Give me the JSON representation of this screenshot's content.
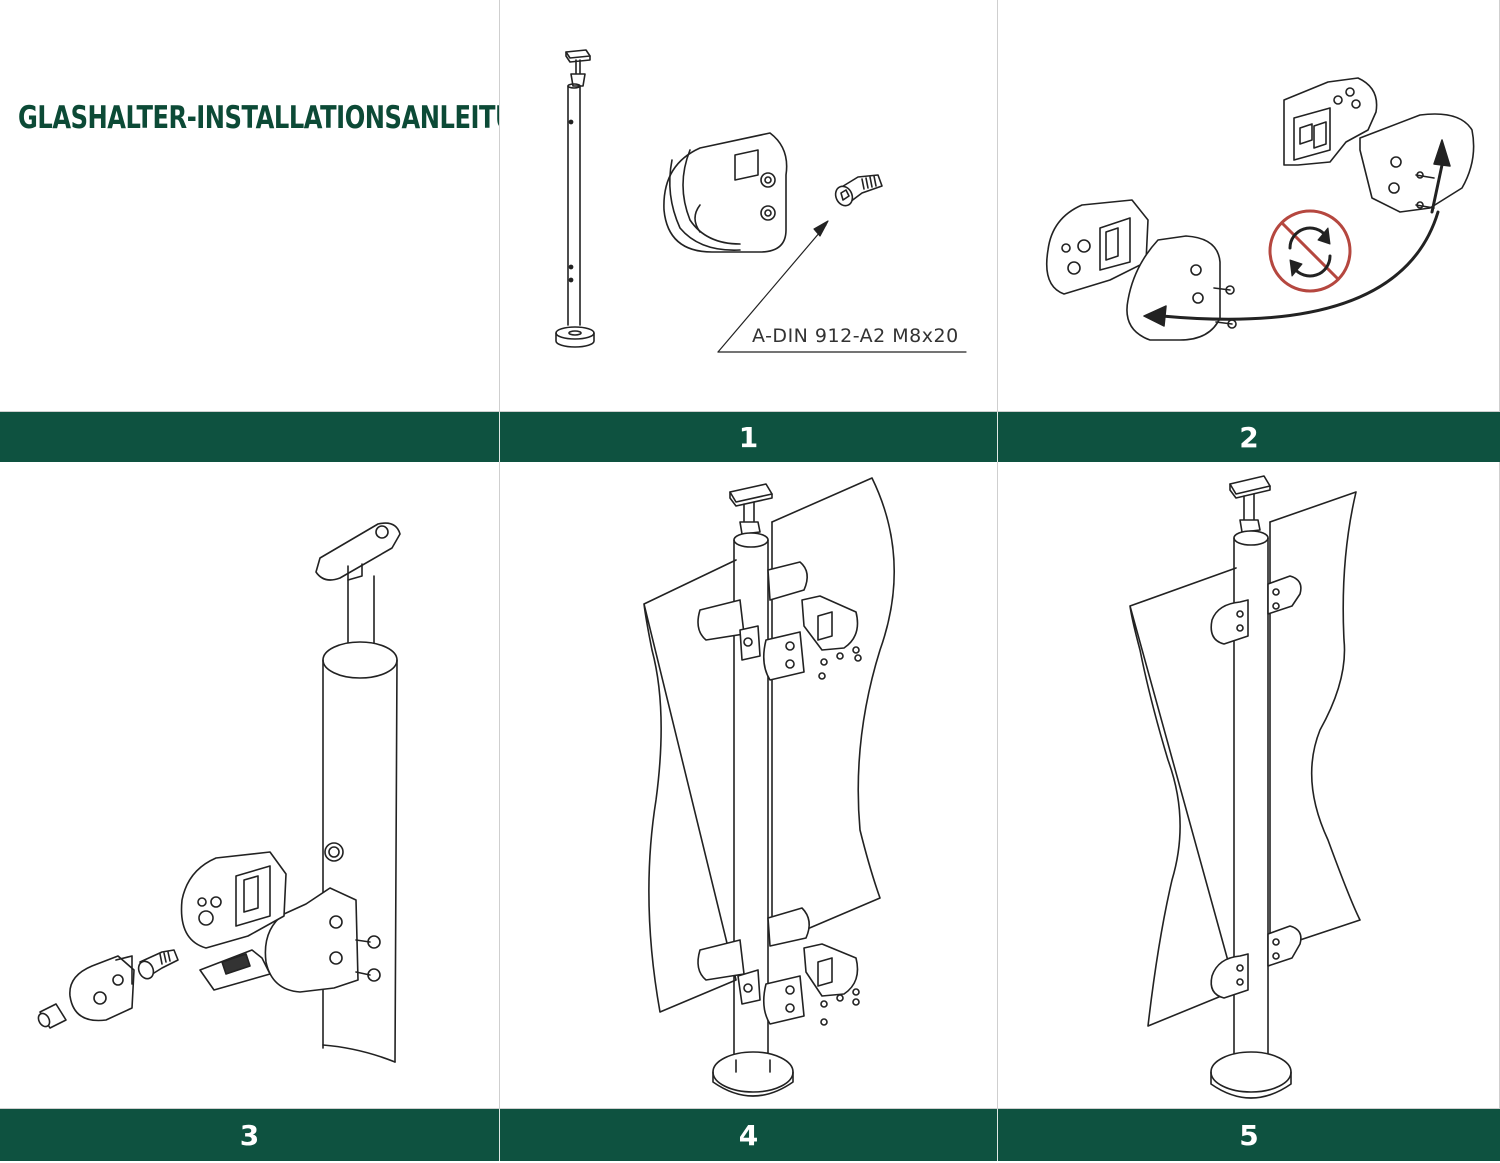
{
  "title": "GLASHALTER-INSTALLATIONSANLEITUNG",
  "spec_label": "A-DIN 912-A2 M8x20",
  "steps": [
    "1",
    "2",
    "3",
    "4",
    "5"
  ],
  "icons": {
    "no_rotate": "no-rotate-icon"
  },
  "colors": {
    "band": "#0e5240",
    "title": "#0c4a36",
    "no_rotate": "#b5473f",
    "line": "#222222"
  }
}
